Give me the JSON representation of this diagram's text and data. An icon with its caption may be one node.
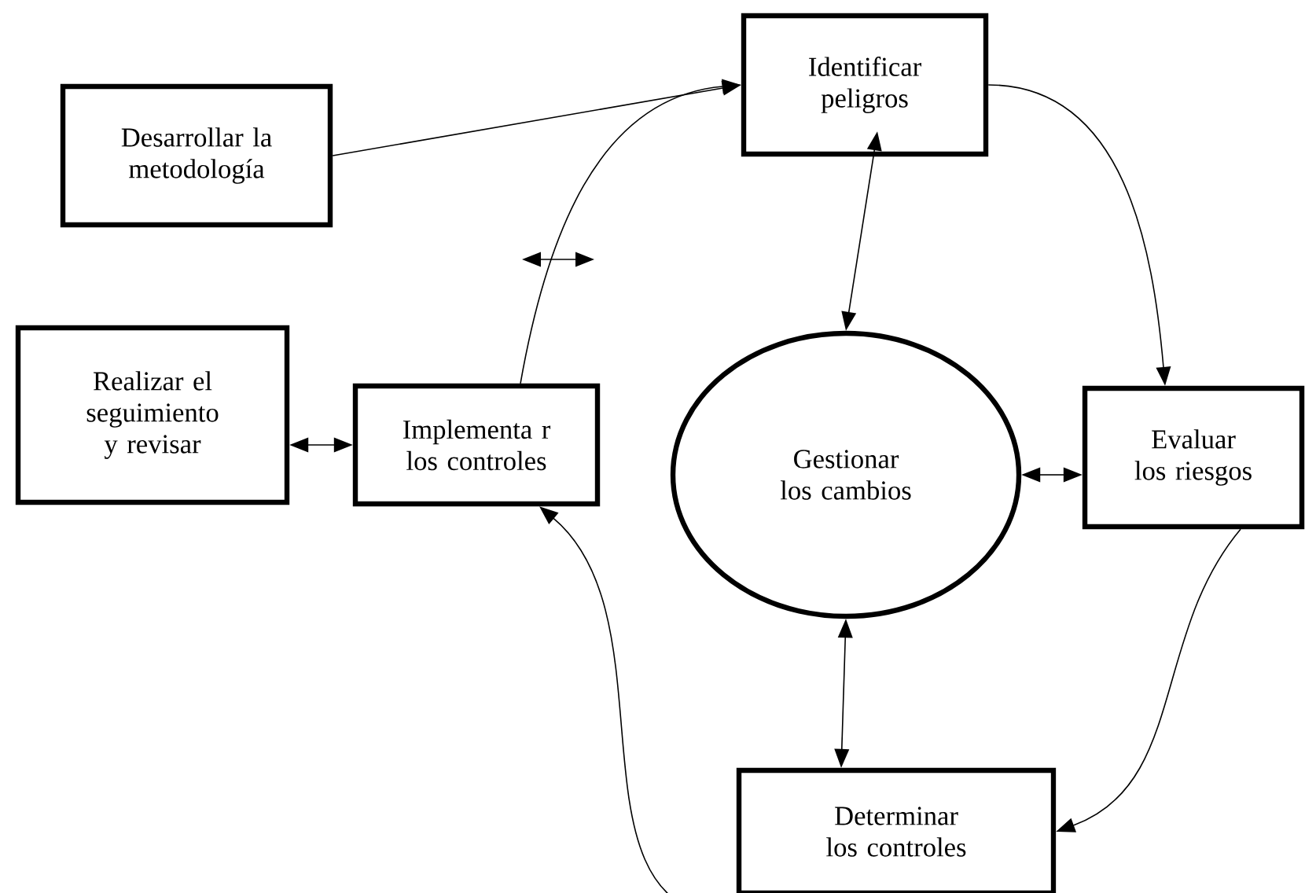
{
  "diagram": {
    "nodes": [
      {
        "text": [
          "Desarrollar la metodología"
        ]
      },
      {
        "text": [
          "Identificar peligros"
        ]
      },
      {
        "text": [
          "Realizar el seguimiento y revisar"
        ]
      },
      {
        "text": [
          "Implementa r los controles"
        ]
      },
      {
        "text": [
          "Gestionar los cambios"
        ]
      },
      {
        "text": [
          "Evaluar los riesgos"
        ]
      },
      {
        "text": [
          "Determinar los controles"
        ]
      }
    ],
    "edges": [
      {
        "from": 0,
        "to": 1,
        "arrow": "to"
      },
      {
        "from": 3,
        "to": 1,
        "arrow": "to"
      },
      {
        "from": 1,
        "to": 5,
        "arrow": "to"
      },
      {
        "from": 5,
        "to": 6,
        "arrow": "to"
      },
      {
        "from": 6,
        "to": 3,
        "arrow": "to"
      },
      {
        "from": 4,
        "to": 1,
        "arrow": "both"
      },
      {
        "from": 4,
        "to": 5,
        "arrow": "both"
      },
      {
        "from": 4,
        "to": 6,
        "arrow": "both"
      },
      {
        "from": 2,
        "to": 3,
        "arrow": "both"
      }
    ]
  }
}
